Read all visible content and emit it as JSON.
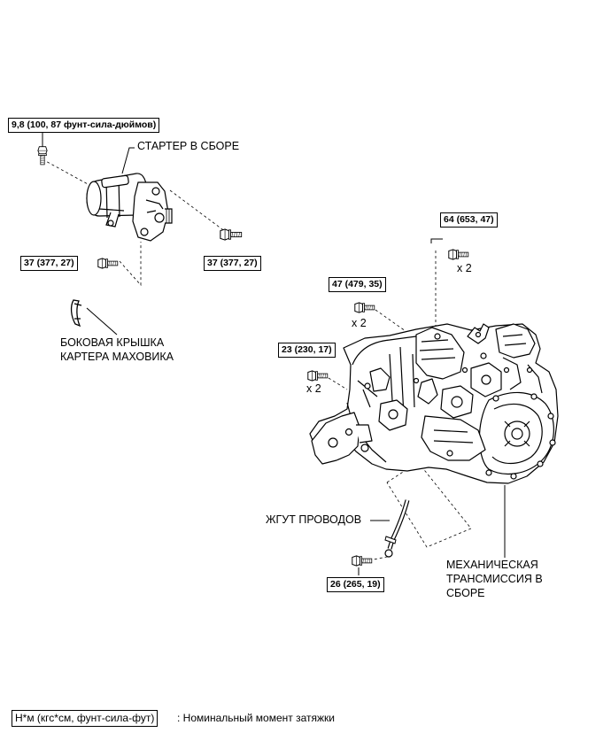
{
  "torque": {
    "starter_top": "9,8 (100, 87 фунт-сила-дюймов)",
    "starter_left": "37 (377, 27)",
    "starter_right": "37 (377, 27)",
    "trans_top_right": "64 (653, 47)",
    "trans_upper": "47 (479, 35)",
    "trans_middle": "23 (230, 17)",
    "harness_bolt": "26 (265, 19)"
  },
  "multipliers": {
    "trans_top_right": "x 2",
    "trans_upper": "x 2",
    "trans_middle": "x 2"
  },
  "labels": {
    "starter": "СТАРТЕР В СБОРЕ",
    "cover_line1": "БОКОВАЯ КРЫШКА",
    "cover_line2": "КАРТЕРА МАХОВИКА",
    "harness": "ЖГУТ ПРОВОДОВ",
    "trans_line1": "МЕХАНИЧЕСКАЯ",
    "trans_line2": "ТРАНСМИССИЯ В",
    "trans_line3": "СБОРЕ"
  },
  "legend": {
    "unit": "Н*м (кгс*см, фунт-сила-фут)",
    "desc": ": Номинальный момент затяжки"
  }
}
